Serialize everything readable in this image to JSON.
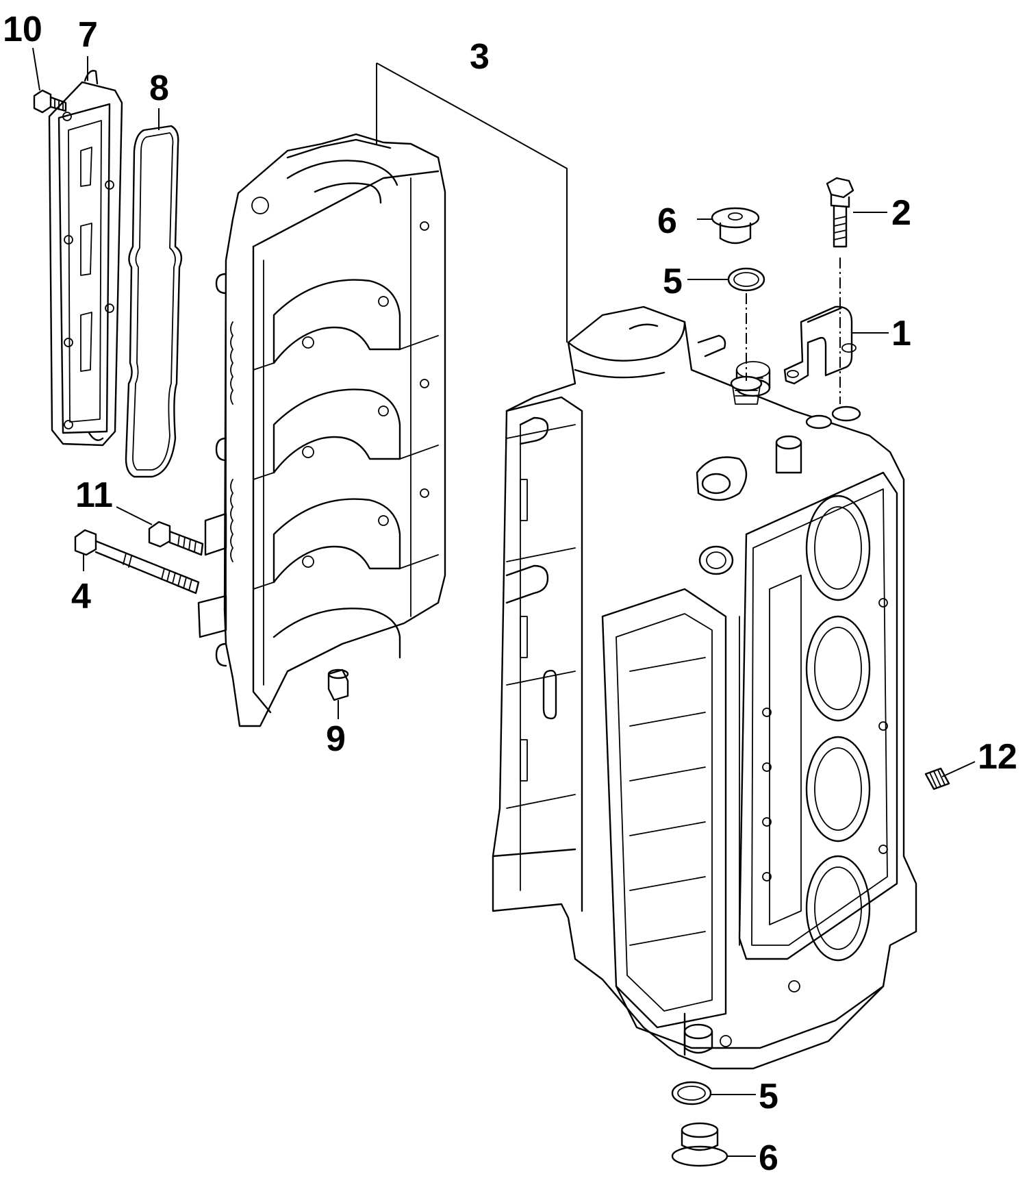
{
  "callouts": [
    {
      "id": "c1",
      "label": "1"
    },
    {
      "id": "c2",
      "label": "2"
    },
    {
      "id": "c3",
      "label": "3"
    },
    {
      "id": "c4",
      "label": "4"
    },
    {
      "id": "c5a",
      "label": "5"
    },
    {
      "id": "c5b",
      "label": "5"
    },
    {
      "id": "c6a",
      "label": "6"
    },
    {
      "id": "c6b",
      "label": "6"
    },
    {
      "id": "c7",
      "label": "7"
    },
    {
      "id": "c8",
      "label": "8"
    },
    {
      "id": "c9",
      "label": "9"
    },
    {
      "id": "c10",
      "label": "10"
    },
    {
      "id": "c11",
      "label": "11"
    },
    {
      "id": "c12",
      "label": "12"
    }
  ]
}
